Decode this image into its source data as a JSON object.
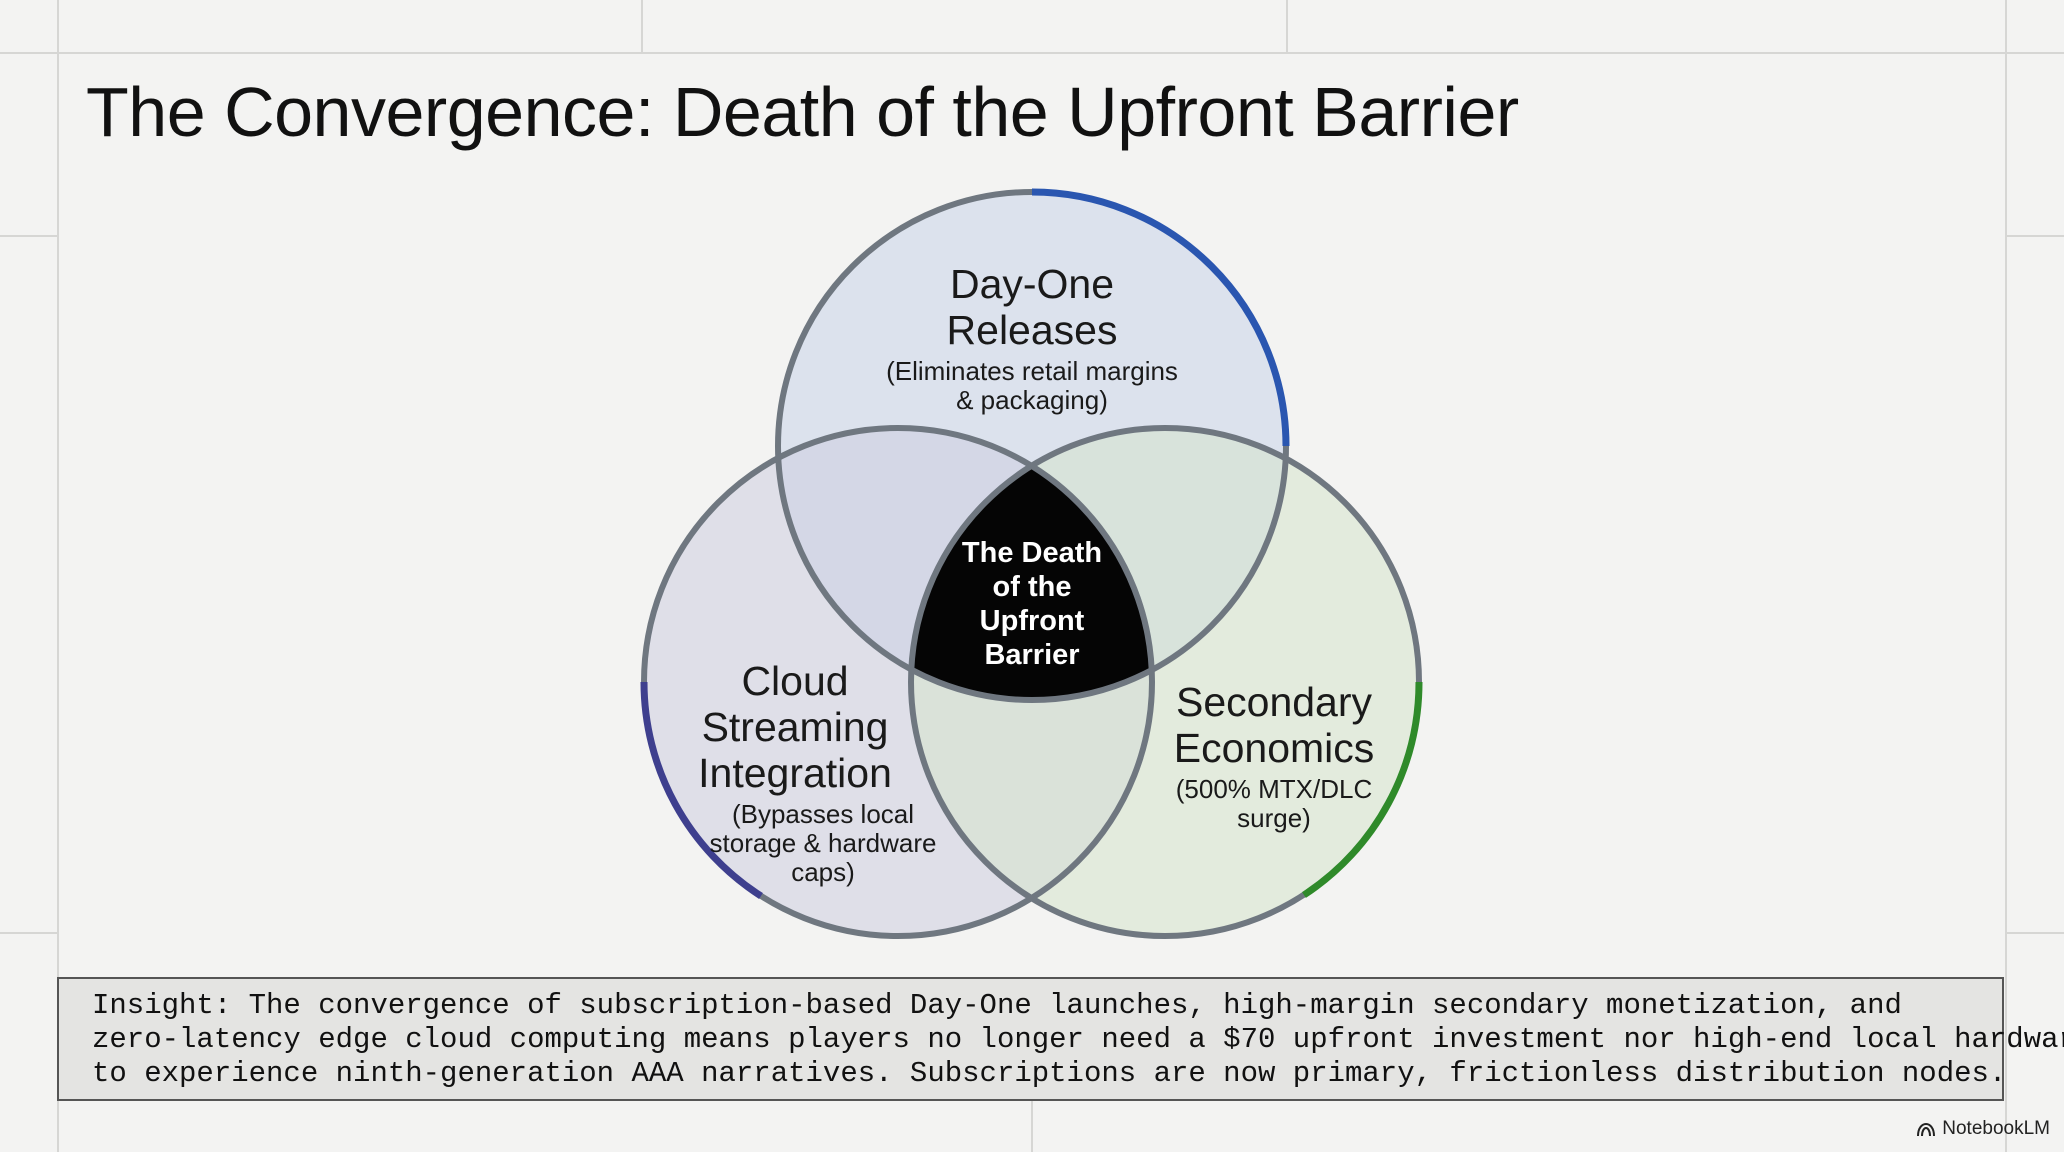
{
  "slide": {
    "title": "The Convergence: Death of the Upfront Barrier"
  },
  "venn": {
    "top": {
      "heading_line1": "Day-One",
      "heading_line2": "Releases",
      "sub_line1": "(Eliminates retail margins",
      "sub_line2": "& packaging)",
      "accent": "#2a56b0"
    },
    "left": {
      "heading_line1": "Cloud",
      "heading_line2": "Streaming",
      "heading_line3": "Integration",
      "sub_line1": "(Bypasses local",
      "sub_line2": "storage & hardware",
      "sub_line3": "caps)",
      "accent": "#3e3f8e"
    },
    "right": {
      "heading_line1": "Secondary",
      "heading_line2": "Economics",
      "sub_line1": "(500% MTX/DLC",
      "sub_line2": "surge)",
      "accent": "#2f8a2a"
    },
    "center": {
      "line1": "The Death",
      "line2": "of the",
      "line3": "Upfront",
      "line4": "Barrier"
    }
  },
  "insight": {
    "line1": "Insight: The convergence of subscription-based Day-One launches, high-margin secondary monetization, and",
    "line2": "zero-latency edge cloud computing means players no longer need a $70 upfront investment nor high-end local hardware",
    "line3": "to experience ninth-generation AAA narratives. Subscriptions are now primary, frictionless distribution nodes."
  },
  "brand": {
    "name": "NotebookLM",
    "icon": "notebooklm-logo-icon"
  }
}
